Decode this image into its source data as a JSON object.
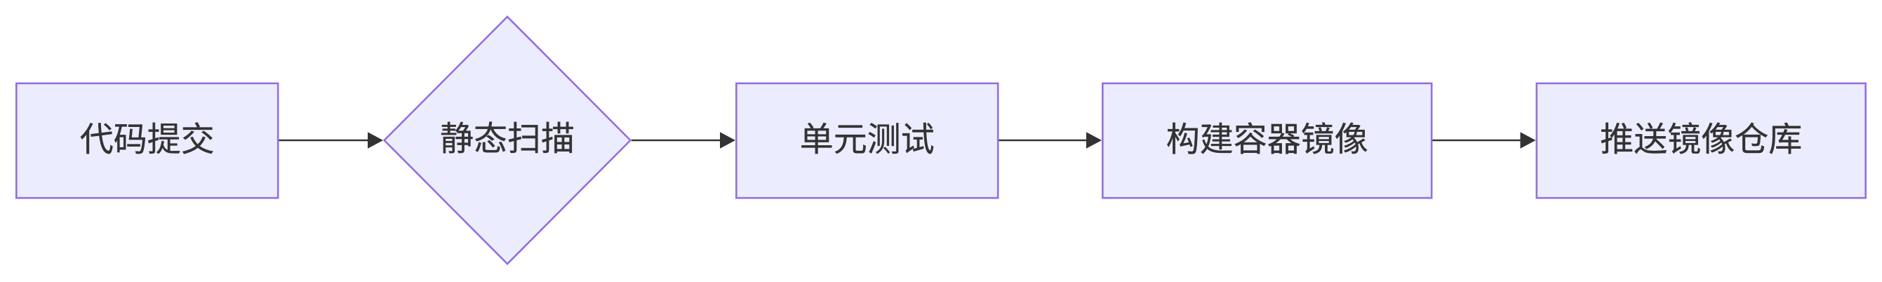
{
  "diagram": {
    "type": "flowchart",
    "direction": "left-to-right",
    "background": "#ffffff",
    "colors": {
      "node_fill": "#ECECFF",
      "node_border": "#9370DB",
      "edge_line": "#333333",
      "arrowhead": "#333333",
      "label_text": "#333333"
    },
    "nodes": [
      {
        "id": "code-commit",
        "label": "代码提交",
        "shape": "rectangle"
      },
      {
        "id": "static-scan",
        "label": "静态扫描",
        "shape": "diamond"
      },
      {
        "id": "unit-test",
        "label": "单元测试",
        "shape": "rectangle"
      },
      {
        "id": "build-image",
        "label": "构建容器镜像",
        "shape": "rectangle"
      },
      {
        "id": "push-registry",
        "label": "推送镜像仓库",
        "shape": "rectangle"
      }
    ],
    "edges": [
      {
        "from": "code-commit",
        "to": "static-scan",
        "arrow": "filled-triangle"
      },
      {
        "from": "static-scan",
        "to": "unit-test",
        "arrow": "filled-triangle"
      },
      {
        "from": "unit-test",
        "to": "build-image",
        "arrow": "filled-triangle"
      },
      {
        "from": "build-image",
        "to": "push-registry",
        "arrow": "filled-triangle"
      }
    ]
  }
}
